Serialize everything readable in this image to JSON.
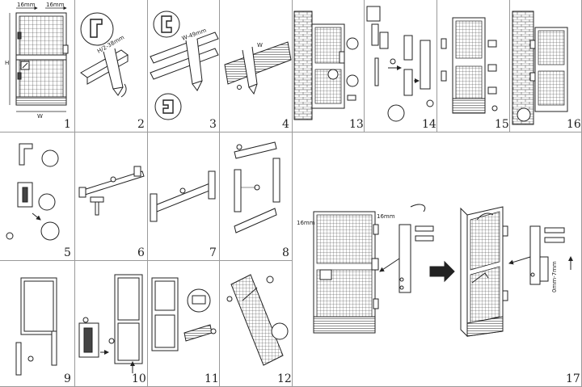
{
  "panels": [
    {
      "id": 1,
      "number": "1",
      "labels": {
        "top_left": "16mm",
        "top_right": "16mm",
        "height": "H",
        "width": "W"
      }
    },
    {
      "id": 2,
      "number": "2",
      "labels": {
        "cut": "H/2-38mm"
      }
    },
    {
      "id": 3,
      "number": "3",
      "labels": {
        "cut": "W-49mm"
      }
    },
    {
      "id": 4,
      "number": "4",
      "labels": {
        "cut": "W"
      }
    },
    {
      "id": 5,
      "number": "5"
    },
    {
      "id": 6,
      "number": "6"
    },
    {
      "id": 7,
      "number": "7"
    },
    {
      "id": 8,
      "number": "8"
    },
    {
      "id": 9,
      "number": "9"
    },
    {
      "id": 10,
      "number": "10"
    },
    {
      "id": 11,
      "number": "11"
    },
    {
      "id": 12,
      "number": "12"
    },
    {
      "id": 13,
      "number": "13"
    },
    {
      "id": 14,
      "number": "14"
    },
    {
      "id": 15,
      "number": "15"
    },
    {
      "id": 16,
      "number": "16"
    },
    {
      "id": 17,
      "number": "17",
      "labels": {
        "left": "16mm",
        "right": "16mm",
        "gap": "0mm-7mm"
      }
    }
  ]
}
